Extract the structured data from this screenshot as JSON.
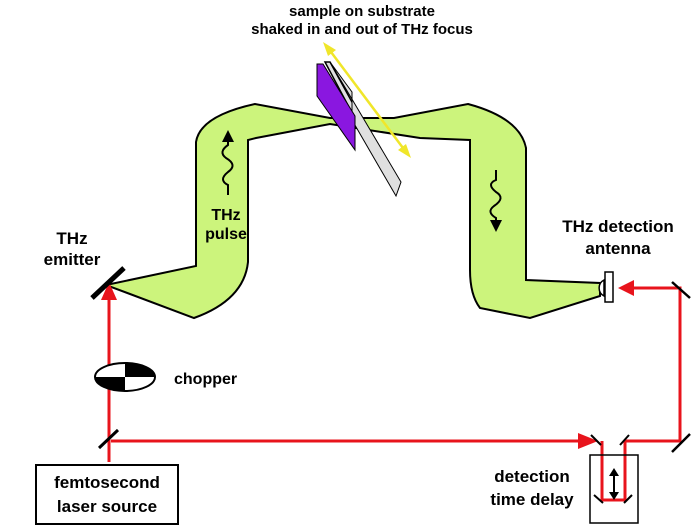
{
  "labels": {
    "sample_line1": "sample on substrate",
    "sample_line2": "shaked in and out of THz focus",
    "emitter_line1": "THz",
    "emitter_line2": "emitter",
    "pulse_line1": "THz",
    "pulse_line2": "pulse",
    "detector_line1": "THz detection",
    "detector_line2": "antenna",
    "chopper": "chopper",
    "laser_line1": "femtosecond",
    "laser_line2": "laser source",
    "delay_line1": "detection",
    "delay_line2": "time delay"
  },
  "colors": {
    "thz_beam": "#ccf47c",
    "laser_beam": "#e8141c",
    "sample": "#8a17e0",
    "substrate": "#e0e0e0",
    "motion_arrow": "#f0e62a",
    "outline": "#000000"
  }
}
